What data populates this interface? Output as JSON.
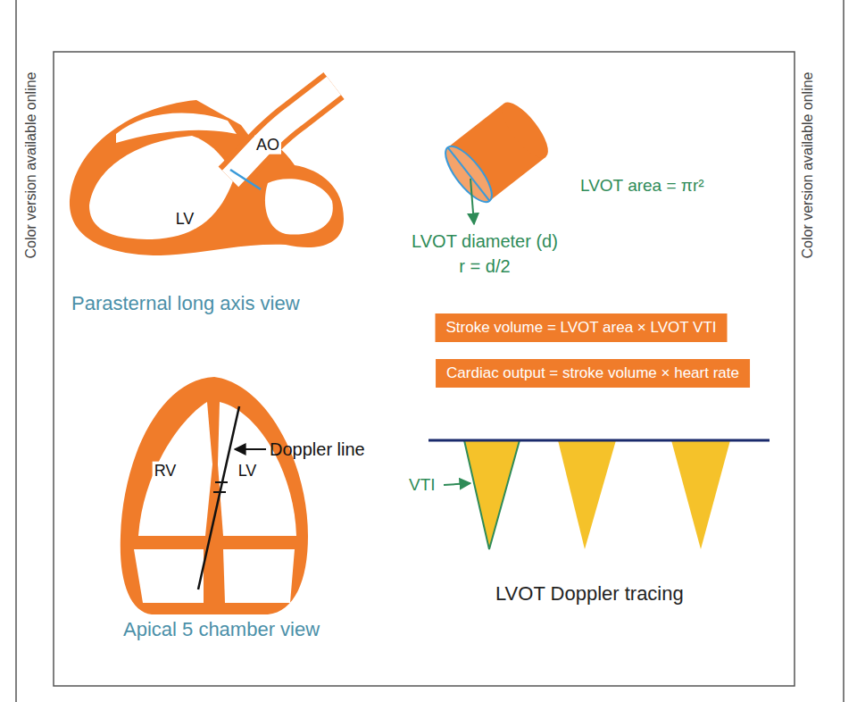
{
  "diagram": {
    "nodes": [
      {
        "text": [
          "Stroke volume = LVOT area × LVOT VTI"
        ]
      },
      {
        "text": [
          "Cardiac output = stroke volume × heart rate"
        ]
      }
    ],
    "labels": [
      "Color version available online",
      "AO",
      "LV",
      "Parasternal long axis view",
      "LVOT area = πr²",
      "LVOT diameter (d)",
      "r = d/2",
      "Color version available online",
      "RV",
      "LV",
      "Doppler line",
      "Apical 5 chamber view",
      "VTI",
      "LVOT Doppler tracing"
    ]
  }
}
